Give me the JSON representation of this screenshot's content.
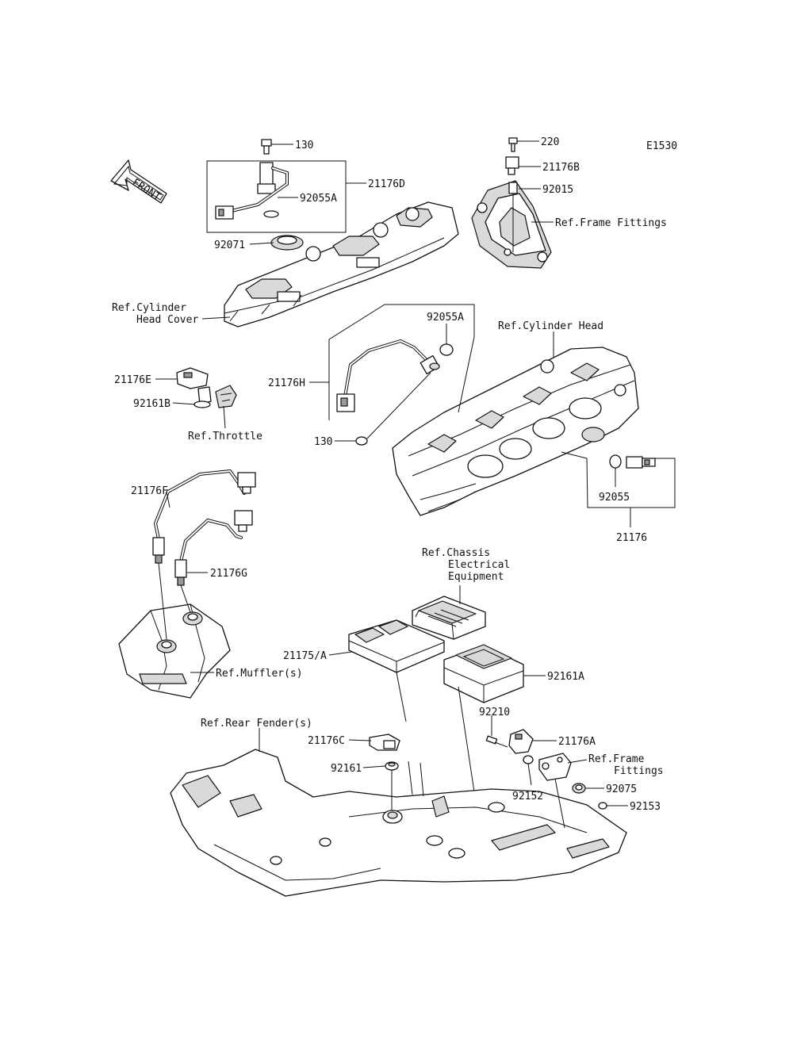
{
  "diagram_code": "E1530",
  "front_arrow": "FRONT",
  "labels": {
    "p130_top": "130",
    "p21176D": "21176D",
    "p92055A_top": "92055A",
    "p92071": "92071",
    "ref_cyl_head_cover_1": "Ref.Cylinder",
    "ref_cyl_head_cover_2": "Head Cover",
    "p220": "220",
    "p21176B": "21176B",
    "p92015": "92015",
    "ref_frame_fittings_top": "Ref.Frame Fittings",
    "p92055A_mid": "92055A",
    "ref_cyl_head": "Ref.Cylinder Head",
    "p21176E": "21176E",
    "p92161B": "92161B",
    "ref_throttle": "Ref.Throttle",
    "p21176H": "21176H",
    "p130_mid": "130",
    "p92055": "92055",
    "p21176": "21176",
    "p21176F": "21176F",
    "p21176G": "21176G",
    "ref_chassis_1": "Ref.Chassis",
    "ref_chassis_2": "Electrical",
    "ref_chassis_3": "Equipment",
    "p21175A": "21175/A",
    "p92161A": "92161A",
    "ref_muffler": "Ref.Muffler(s)",
    "ref_rear_fender": "Ref.Rear Fender(s)",
    "p92210": "92210",
    "p21176C": "21176C",
    "p21176A": "21176A",
    "ref_frame_fittings_bot_1": "Ref.Frame",
    "ref_frame_fittings_bot_2": "Fittings",
    "p92161": "92161",
    "p92152": "92152",
    "p92075": "92075",
    "p92153": "92153"
  }
}
